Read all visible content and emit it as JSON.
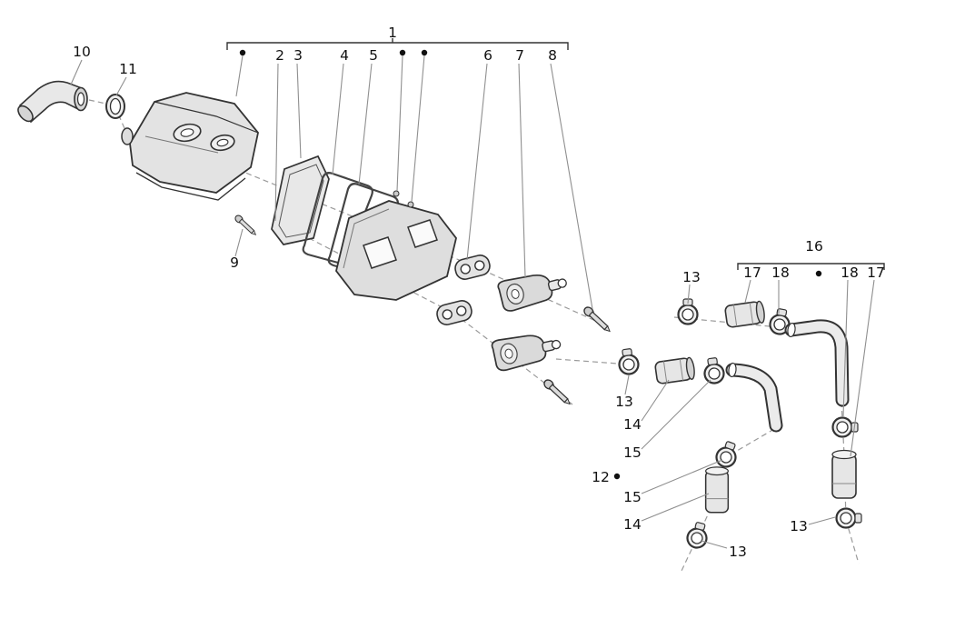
{
  "colors": {
    "background": "#ffffff",
    "part_line": "#333333",
    "part_fill": "#e6e6e6",
    "leader_line": "#999999",
    "callout_text": "#111111"
  },
  "diagram": {
    "description_visible_text_only": "exploded parts diagram with numbered callouts",
    "callouts": [
      {
        "label": "1"
      },
      {
        "label": "10"
      },
      {
        "label": "11"
      },
      {
        "label": "2"
      },
      {
        "label": "3"
      },
      {
        "label": "4"
      },
      {
        "label": "5"
      },
      {
        "label": "6"
      },
      {
        "label": "7"
      },
      {
        "label": "8"
      },
      {
        "label": "9"
      },
      {
        "label": "16"
      },
      {
        "label": "13"
      },
      {
        "label": "17"
      },
      {
        "label": "18"
      },
      {
        "label": "18"
      },
      {
        "label": "17"
      },
      {
        "label": "13"
      },
      {
        "label": "14"
      },
      {
        "label": "15"
      },
      {
        "label": "12"
      },
      {
        "label": "15"
      },
      {
        "label": "14"
      },
      {
        "label": "13"
      },
      {
        "label": "13"
      }
    ]
  }
}
